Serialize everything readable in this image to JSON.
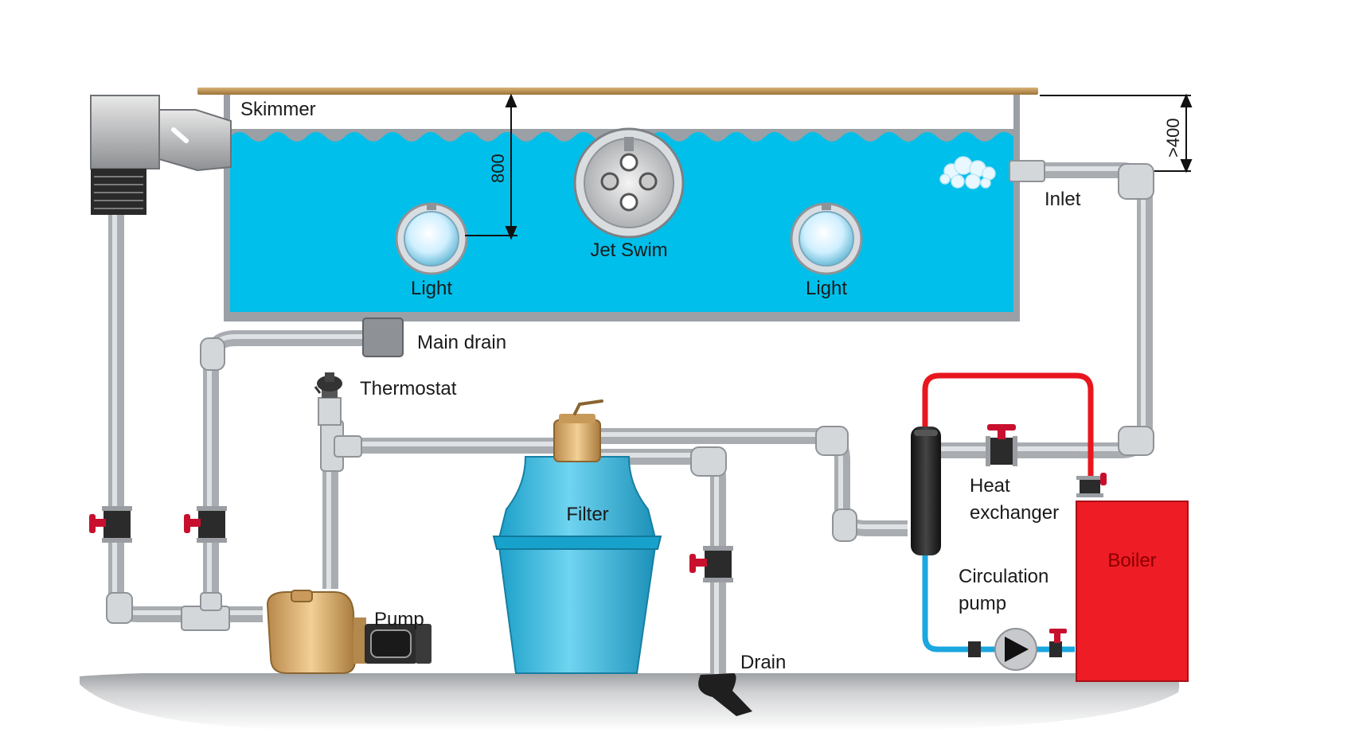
{
  "labels": {
    "skimmer": "Skimmer",
    "jet_swim": "Jet Swim",
    "light_left": "Light",
    "light_right": "Light",
    "inlet": "Inlet",
    "main_drain": "Main drain",
    "thermostat": "Thermostat",
    "filter": "Filter",
    "pump": "Pump",
    "drain": "Drain",
    "heat_exchanger_line1": "Heat",
    "heat_exchanger_line2": "exchanger",
    "circulation_pump_line1": "Circulation",
    "circulation_pump_line2": "pump",
    "boiler": "Boiler"
  },
  "dimensions": {
    "water_depth": "800",
    "deck_height": ">400"
  },
  "colors": {
    "water": "#00BFEA",
    "hot_pipe": "#E8161E",
    "cold_pipe": "#1BA7E0",
    "boiler": "#EE1C25",
    "pipe": "#A9ADB1",
    "fitting_brass": "#D9A865",
    "valve_handle": "#C8102E",
    "deck": "#B58A4C",
    "ground": "#C9C9C9"
  }
}
